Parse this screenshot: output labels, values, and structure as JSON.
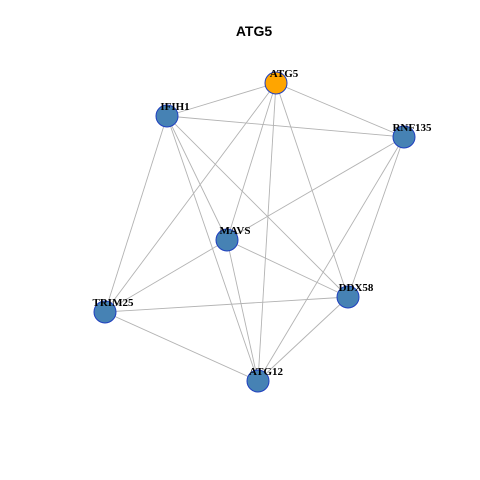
{
  "title": "ATG5",
  "colors": {
    "query_node": "#ffa500",
    "node": "#4682b4",
    "node_border": "#1f3fbf",
    "edge": "#b3b3b3"
  },
  "nodes": [
    {
      "id": "ATG5",
      "label": "ATG5",
      "query": true
    },
    {
      "id": "IFIH1",
      "label": "IFIH1",
      "query": false
    },
    {
      "id": "RNF135",
      "label": "RNF135",
      "query": false
    },
    {
      "id": "MAVS",
      "label": "MAVS",
      "query": false
    },
    {
      "id": "DDX58",
      "label": "DDX58",
      "query": false
    },
    {
      "id": "TRIM25",
      "label": "TRIM25",
      "query": false
    },
    {
      "id": "ATG12",
      "label": "ATG12",
      "query": false
    }
  ],
  "edges": [
    [
      "ATG5",
      "IFIH1"
    ],
    [
      "ATG5",
      "RNF135"
    ],
    [
      "ATG5",
      "MAVS"
    ],
    [
      "ATG5",
      "DDX58"
    ],
    [
      "ATG5",
      "TRIM25"
    ],
    [
      "ATG5",
      "ATG12"
    ],
    [
      "IFIH1",
      "RNF135"
    ],
    [
      "IFIH1",
      "MAVS"
    ],
    [
      "IFIH1",
      "DDX58"
    ],
    [
      "IFIH1",
      "TRIM25"
    ],
    [
      "IFIH1",
      "ATG12"
    ],
    [
      "RNF135",
      "MAVS"
    ],
    [
      "RNF135",
      "DDX58"
    ],
    [
      "RNF135",
      "ATG12"
    ],
    [
      "MAVS",
      "DDX58"
    ],
    [
      "MAVS",
      "TRIM25"
    ],
    [
      "MAVS",
      "ATG12"
    ],
    [
      "DDX58",
      "TRIM25"
    ],
    [
      "DDX58",
      "ATG12"
    ],
    [
      "TRIM25",
      "ATG12"
    ]
  ]
}
